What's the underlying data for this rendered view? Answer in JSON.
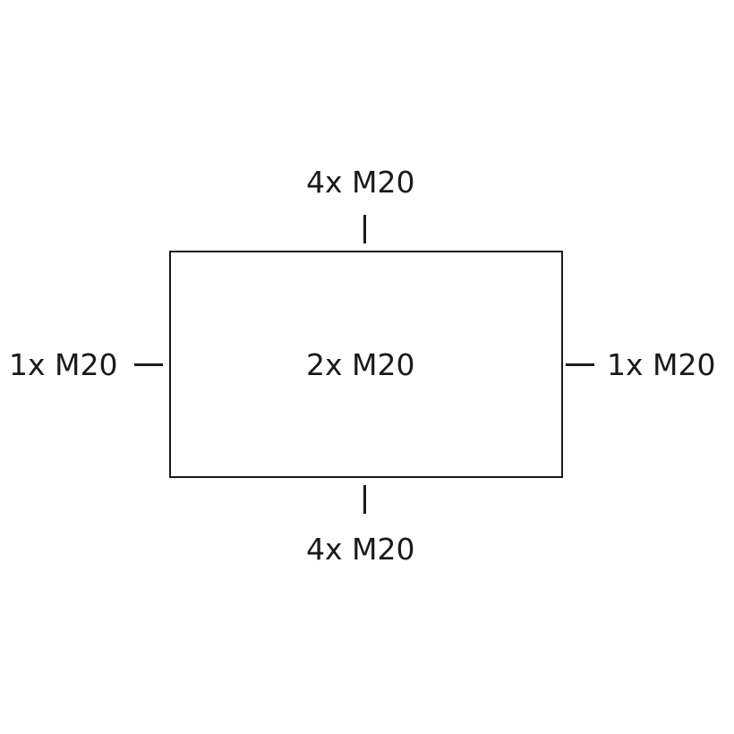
{
  "labels": {
    "top": "4x M20",
    "bottom": "4x M20",
    "left": "1x M20",
    "right": "1x M20",
    "center": "2x M20"
  },
  "colors": {
    "line": "#1a1a1a",
    "background": "#ffffff"
  }
}
